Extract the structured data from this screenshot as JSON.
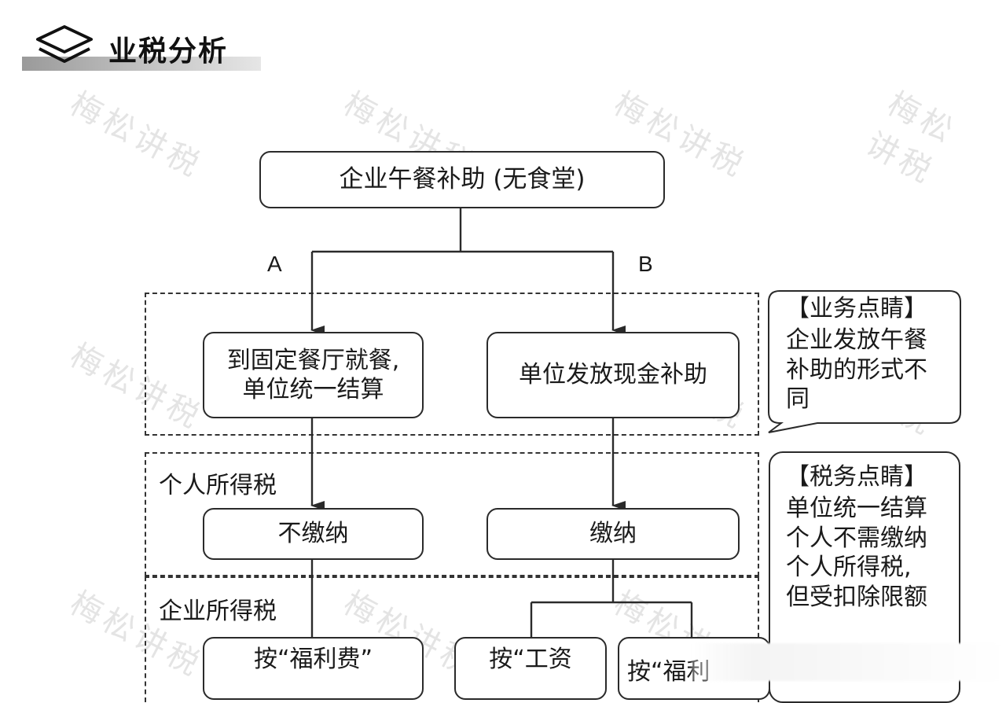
{
  "header": {
    "title": "业税分析"
  },
  "watermark": {
    "text": "梅松讲税"
  },
  "top_box": {
    "label": "企业午餐补助 (无食堂)"
  },
  "branches": {
    "a": "A",
    "b": "B"
  },
  "row1": {
    "left": "到固定餐厅就餐,\n单位统一结算",
    "right": "单位发放现金补助"
  },
  "section_iit": {
    "label": "个人所得税"
  },
  "row2": {
    "left": "不缴纳",
    "right": "缴纳"
  },
  "section_cit": {
    "label": "企业所得税"
  },
  "row3": {
    "left": "按“福利费”",
    "middle": "按“工资",
    "right": "按“福利"
  },
  "callout_business": {
    "title": "【业务点睛】",
    "body": "企业发放午餐\n补助的形式不\n同"
  },
  "callout_tax": {
    "title": "【税务点睛】",
    "body": "单位统一结算\n个人不需缴纳\n个人所得税,\n但受扣除限额"
  },
  "colors": {
    "line": "#2a2a2a",
    "watermark": "#cfcfcf"
  }
}
